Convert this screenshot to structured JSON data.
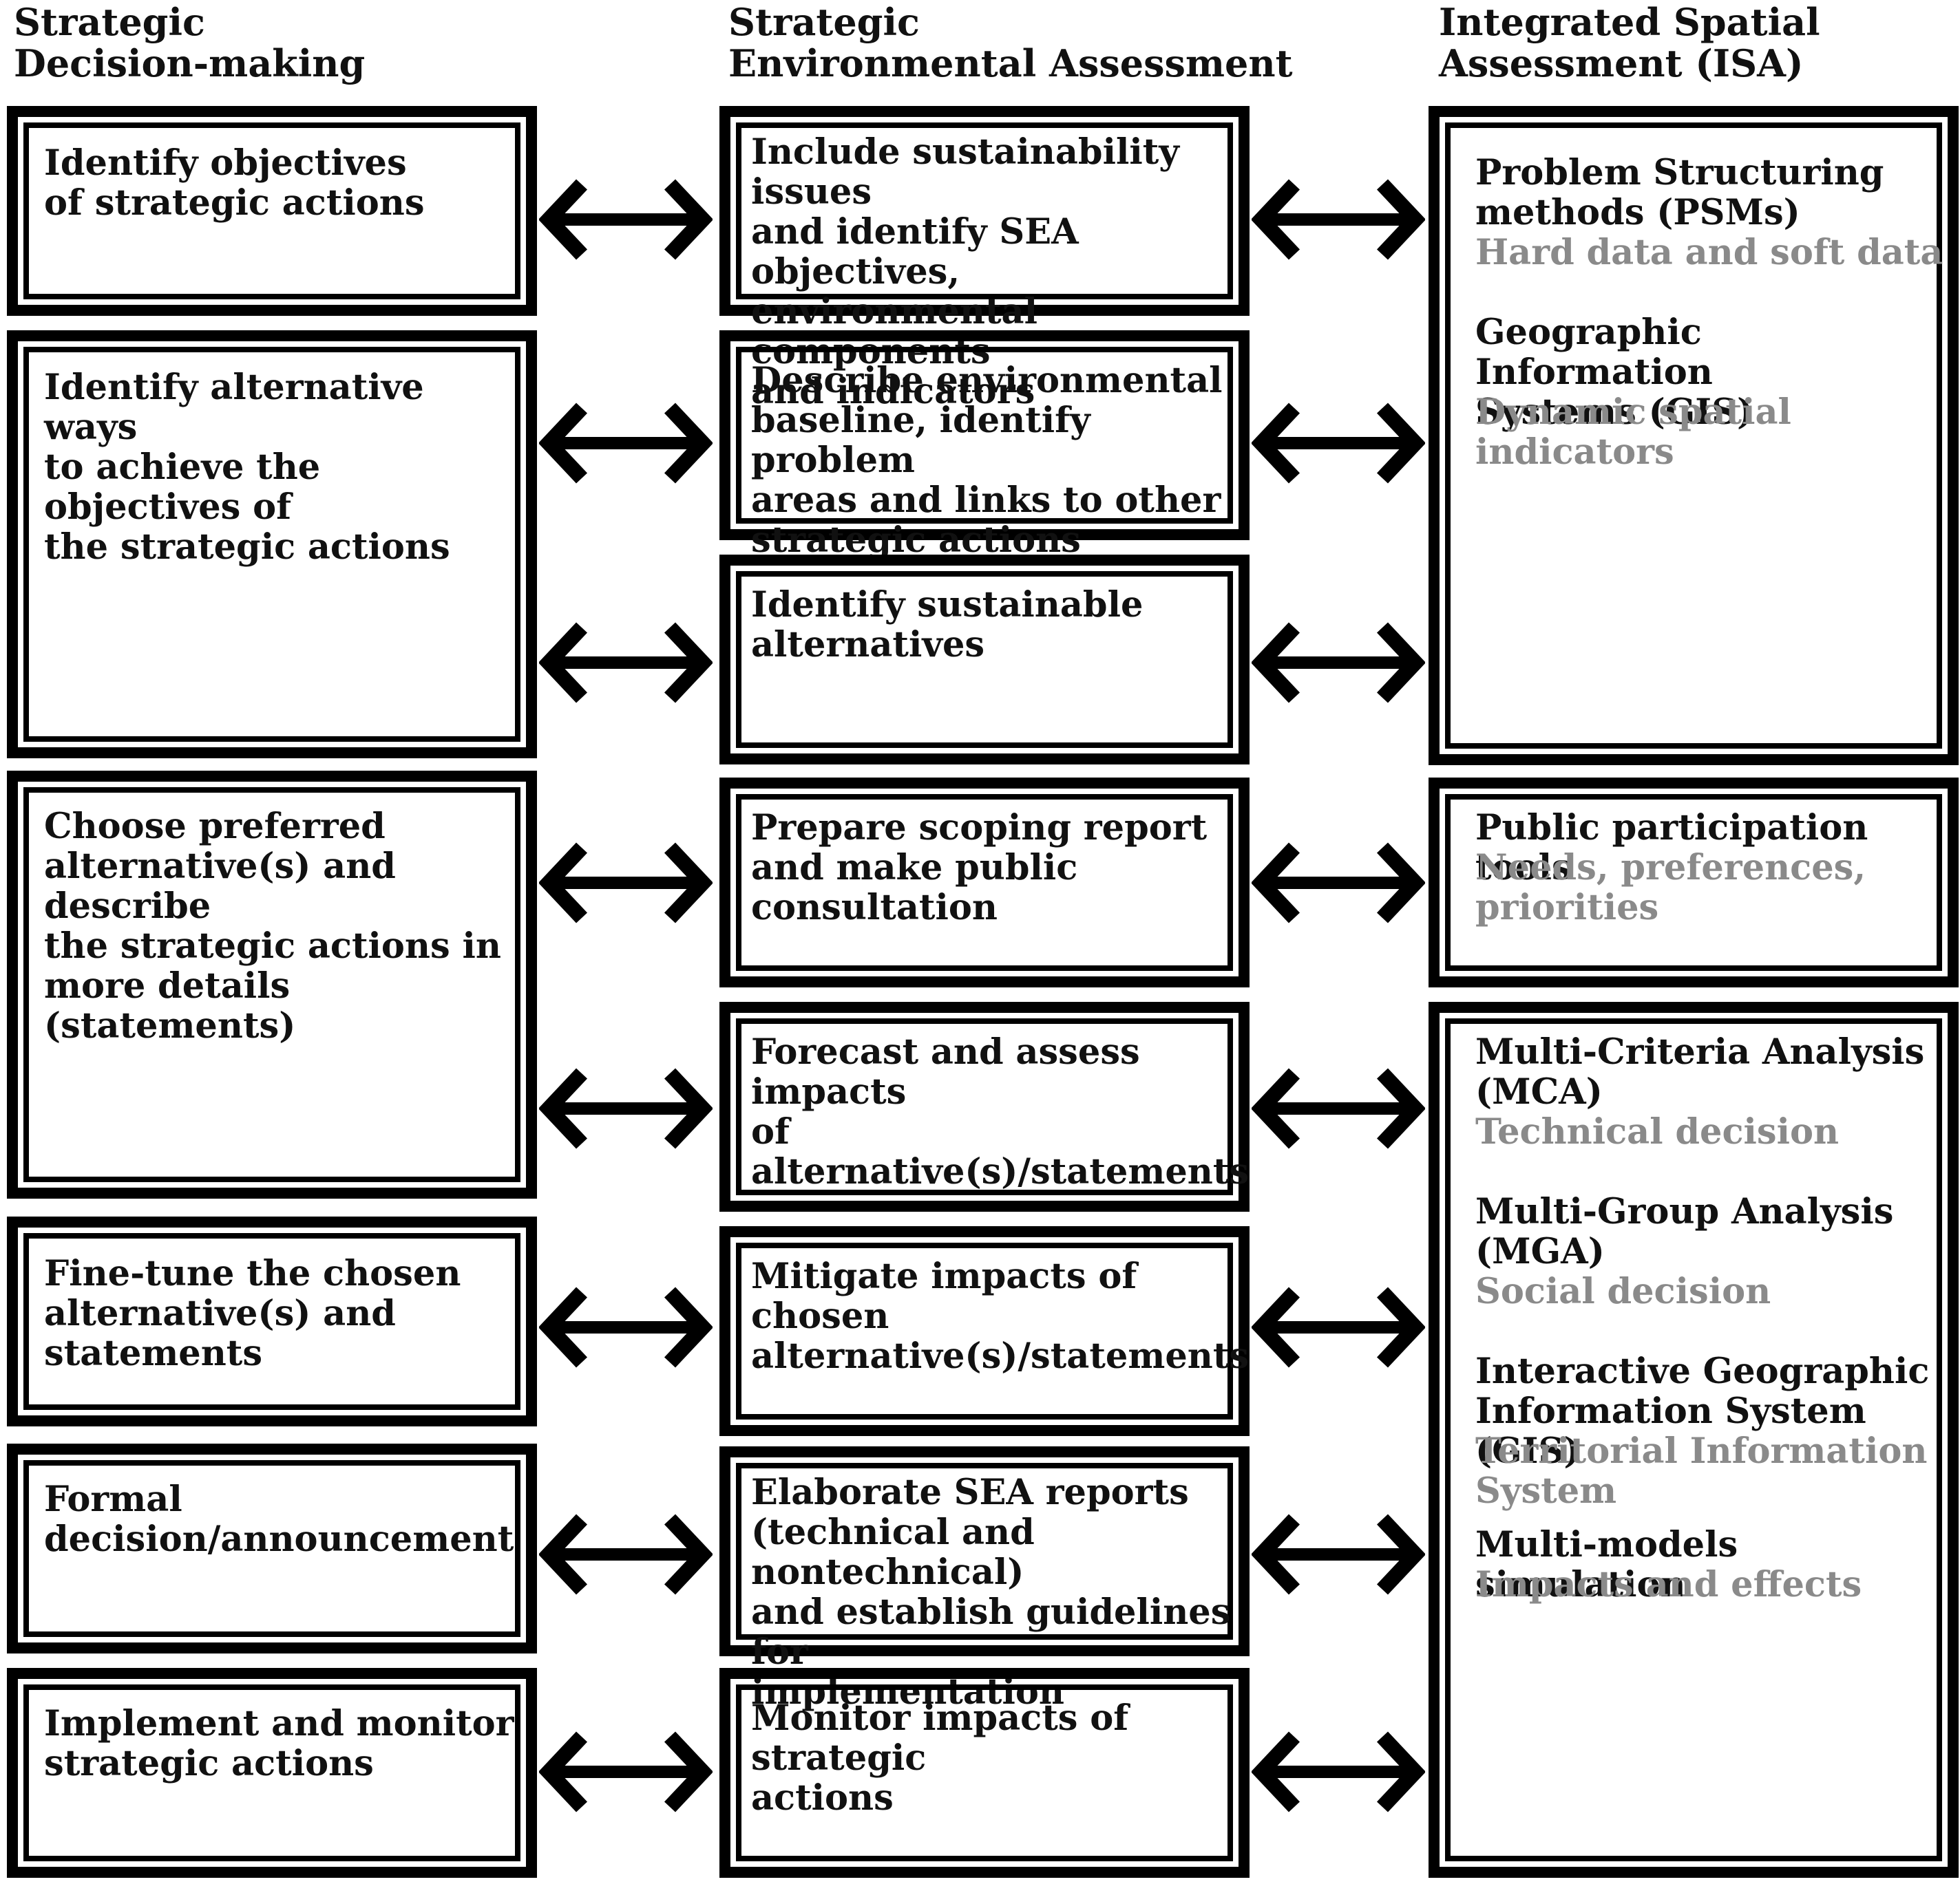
{
  "headers": {
    "col1": "Strategic\nDecision-making",
    "col2": "Strategic\nEnvironmental Assessment",
    "col3": "Integrated Spatial\nAssessment (ISA)"
  },
  "decision_steps": [
    "Identify objectives\nof strategic actions",
    "Identify alternative ways\nto achieve the objectives of\nthe strategic actions",
    "Choose preferred\nalternative(s) and describe\nthe strategic actions in\nmore details (statements)",
    "Fine-tune the chosen\nalternative(s) and\nstatements",
    "Formal\ndecision/announcement",
    "Implement and monitor\nstrategic actions"
  ],
  "sea_steps": [
    "Include sustainability issues\nand identify SEA objectives,\nenvironmental components\nand indicators",
    "Describe environmental\nbaseline, identify problem\nareas and links to other\nstrategic actions",
    "Identify sustainable\nalternatives",
    "Prepare scoping report\nand make public\nconsultation",
    "Forecast and assess impacts\nof alternative(s)/statements",
    "Mitigate impacts of chosen\nalternative(s)/statements",
    "Elaborate SEA reports\n(technical and nontechnical)\nand establish guidelines for\nimplementation",
    "Monitor impacts of strategic\nactions"
  ],
  "isa_group1": [
    {
      "title": "Problem Structuring\nmethods (PSMs)",
      "subtitle": "Hard data and soft data"
    },
    {
      "title": "Geographic Information\nSystems (GIS)",
      "subtitle": "Dynamic spatial indicators"
    }
  ],
  "isa_group2": [
    {
      "title": "Public participation tools",
      "subtitle": "Needs, preferences,\npriorities"
    }
  ],
  "isa_group3": [
    {
      "title": "Multi-Criteria Analysis\n(MCA)",
      "subtitle": "Technical decision"
    },
    {
      "title": "Multi-Group Analysis\n(MGA)",
      "subtitle": "Social decision"
    },
    {
      "title": "Interactive Geographic\nInformation System (GIS)",
      "subtitle": "Territorial Information\nSystem"
    },
    {
      "title": "Multi-models simulation",
      "subtitle": "Impacts and effects"
    }
  ],
  "colors": {
    "border": "#000000",
    "subtitle": "#8a8a8a",
    "text": "#111111"
  },
  "icons": {
    "connector": "double-headed-arrow-icon"
  }
}
